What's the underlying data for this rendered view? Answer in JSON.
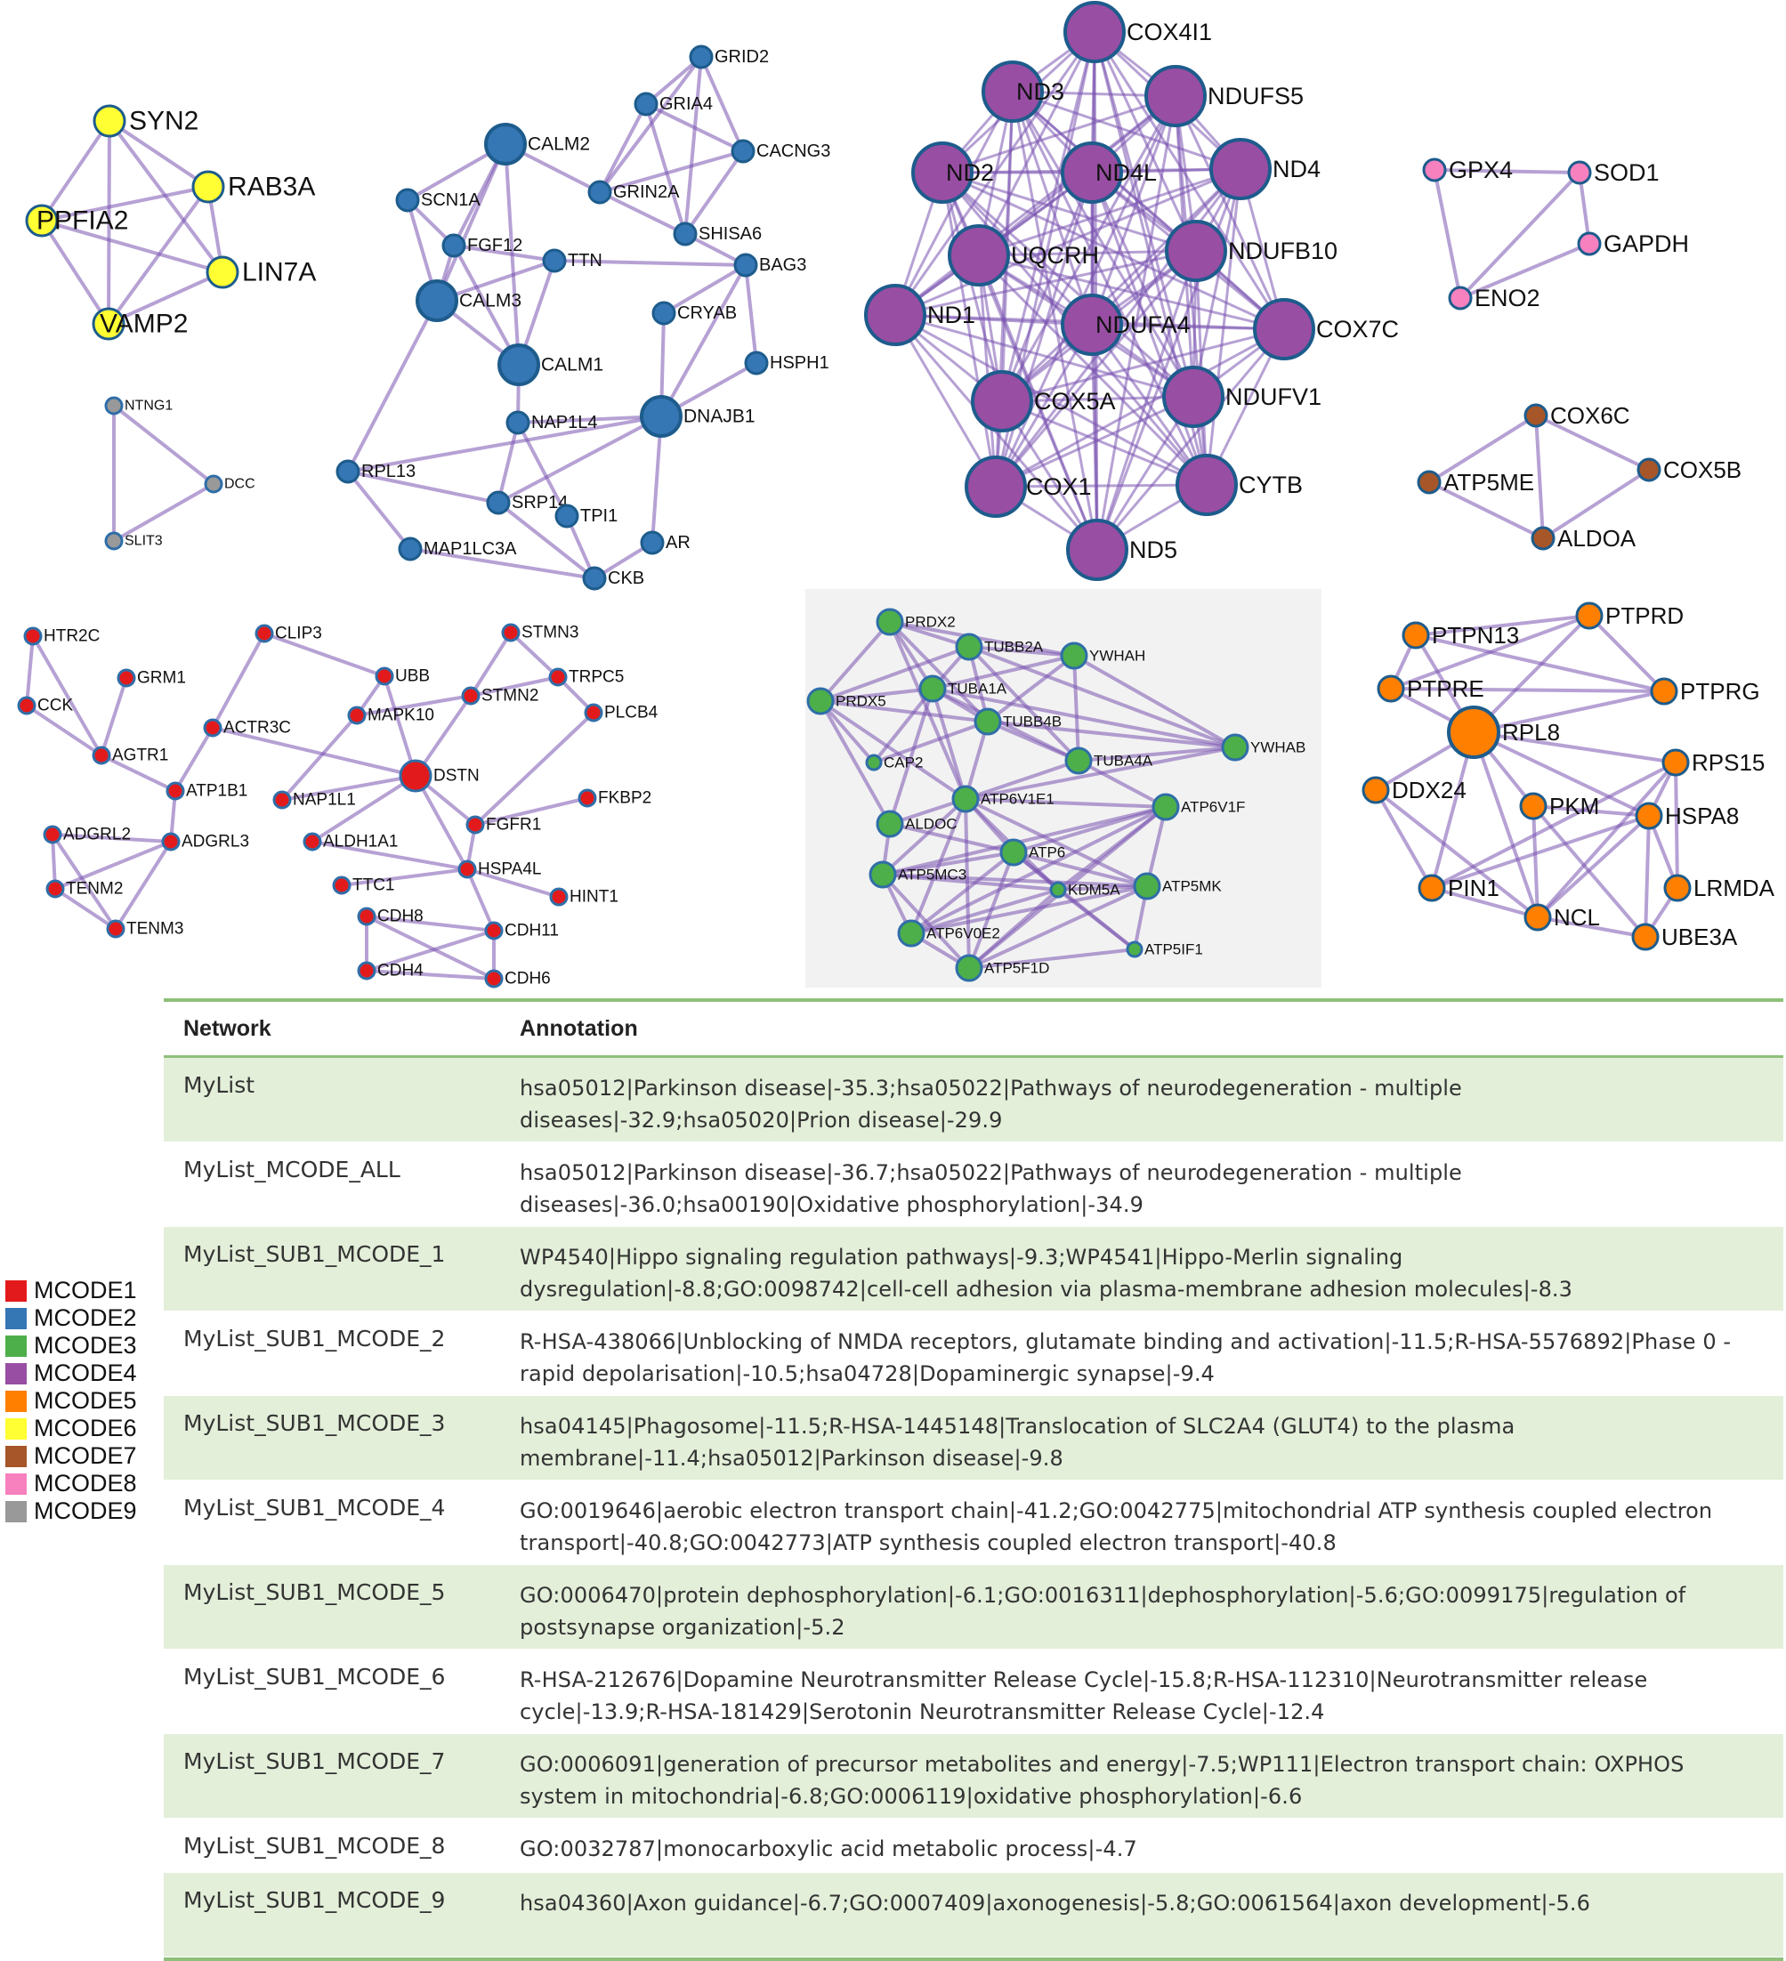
{
  "colors": {
    "MCODE1": "#e31a1c",
    "MCODE2": "#3576b4",
    "MCODE3": "#4daf4a",
    "MCODE4": "#984ea3",
    "MCODE5": "#ff7f00",
    "MCODE6": "#ffff33",
    "MCODE7": "#a65628",
    "MCODE8": "#f781bf",
    "MCODE9": "#999999",
    "edge": "#7a54b0",
    "table_shade": "#e3efd9",
    "table_rule": "#8fc07a"
  },
  "legend": [
    {
      "label": "MCODE1",
      "color": "#e31a1c"
    },
    {
      "label": "MCODE2",
      "color": "#3576b4"
    },
    {
      "label": "MCODE3",
      "color": "#4daf4a"
    },
    {
      "label": "MCODE4",
      "color": "#984ea3"
    },
    {
      "label": "MCODE5",
      "color": "#ff7f00"
    },
    {
      "label": "MCODE6",
      "color": "#ffff33"
    },
    {
      "label": "MCODE7",
      "color": "#a65628"
    },
    {
      "label": "MCODE8",
      "color": "#f781bf"
    },
    {
      "label": "MCODE9",
      "color": "#999999"
    }
  ],
  "clusters": [
    {
      "module": "MCODE6",
      "nodes": [
        "SYN2",
        "RAB3A",
        "PPFIA2",
        "LIN7A",
        "VAMP2"
      ]
    },
    {
      "module": "MCODE9",
      "nodes": [
        "NTNG1",
        "DCC",
        "SLIT3"
      ]
    },
    {
      "module": "MCODE2",
      "nodes": [
        "GRID2",
        "GRIA4",
        "CACNG3",
        "CALM2",
        "GRIN2A",
        "SCN1A",
        "SHISA6",
        "FGF12",
        "TTN",
        "BAG3",
        "CALM3",
        "CRYAB",
        "CALM1",
        "HSPH1",
        "NAP1L4",
        "DNAJB1",
        "RPL13",
        "SRP14",
        "TPI1",
        "AR",
        "MAP1LC3A",
        "CKB"
      ]
    },
    {
      "module": "MCODE4",
      "nodes": [
        "COX4I1",
        "ND3",
        "NDUFS5",
        "ND2",
        "ND4L",
        "ND4",
        "UQCRH",
        "NDUFB10",
        "ND1",
        "NDUFA4",
        "COX7C",
        "COX5A",
        "NDUFV1",
        "COX1",
        "CYTB",
        "ND5"
      ]
    },
    {
      "module": "MCODE8",
      "nodes": [
        "GPX4",
        "SOD1",
        "GAPDH",
        "ENO2"
      ]
    },
    {
      "module": "MCODE7",
      "nodes": [
        "COX6C",
        "ATP5ME",
        "COX5B",
        "ALDOA"
      ]
    },
    {
      "module": "MCODE1",
      "nodes": [
        "HTR2C",
        "CLIP3",
        "STMN3",
        "GRM1",
        "UBB",
        "TRPC5",
        "CCK",
        "MAPK10",
        "STMN2",
        "PLCB4",
        "ACTR3C",
        "AGTR1",
        "DSTN",
        "ATP1B1",
        "FKBP2",
        "NAP1L1",
        "FGFR1",
        "ADGRL2",
        "ADGRL3",
        "ALDH1A1",
        "HSPA4L",
        "TENM2",
        "TTC1",
        "HINT1",
        "TENM3",
        "CDH8",
        "CDH11",
        "CDH4",
        "CDH6"
      ]
    },
    {
      "module": "MCODE3",
      "nodes": [
        "PRDX2",
        "TUBB2A",
        "YWHAH",
        "TUBA1A",
        "PRDX5",
        "TUBB4B",
        "YWHAB",
        "CAP2",
        "TUBA4A",
        "ATP6V1E1",
        "ATP6V1F",
        "ALDOC",
        "ATP6",
        "ATP5MC3",
        "KDM5A",
        "ATP5MK",
        "ATP6V0E2",
        "ATP5IF1",
        "ATP5F1D"
      ]
    },
    {
      "module": "MCODE5",
      "nodes": [
        "PTPRD",
        "PTPN13",
        "PTPRE",
        "PTPRG",
        "RPL8",
        "RPS15",
        "DDX24",
        "PKM",
        "HSPA8",
        "PIN1",
        "LRMDA",
        "NCL",
        "UBE3A"
      ]
    }
  ],
  "table": {
    "header": {
      "network": "Network",
      "annotation": "Annotation"
    },
    "rows": [
      {
        "network": "MyList",
        "annotation": "hsa05012|Parkinson disease|-35.3;hsa05022|Pathways of neurodegeneration - multiple diseases|-32.9;hsa05020|Prion disease|-29.9"
      },
      {
        "network": "MyList_MCODE_ALL",
        "annotation": "hsa05012|Parkinson disease|-36.7;hsa05022|Pathways of neurodegeneration - multiple diseases|-36.0;hsa00190|Oxidative phosphorylation|-34.9"
      },
      {
        "network": "MyList_SUB1_MCODE_1",
        "annotation": "WP4540|Hippo signaling regulation pathways|-9.3;WP4541|Hippo-Merlin signaling dysregulation|-8.8;GO:0098742|cell-cell adhesion via plasma-membrane adhesion molecules|-8.3"
      },
      {
        "network": "MyList_SUB1_MCODE_2",
        "annotation": "R-HSA-438066|Unblocking of NMDA receptors, glutamate binding and activation|-11.5;R-HSA-5576892|Phase 0 - rapid depolarisation|-10.5;hsa04728|Dopaminergic synapse|-9.4"
      },
      {
        "network": "MyList_SUB1_MCODE_3",
        "annotation": "hsa04145|Phagosome|-11.5;R-HSA-1445148|Translocation of SLC2A4 (GLUT4) to the plasma membrane|-11.4;hsa05012|Parkinson disease|-9.8"
      },
      {
        "network": "MyList_SUB1_MCODE_4",
        "annotation": "GO:0019646|aerobic electron transport chain|-41.2;GO:0042775|mitochondrial ATP synthesis coupled electron transport|-40.8;GO:0042773|ATP synthesis coupled electron transport|-40.8"
      },
      {
        "network": "MyList_SUB1_MCODE_5",
        "annotation": "GO:0006470|protein dephosphorylation|-6.1;GO:0016311|dephosphorylation|-5.6;GO:0099175|regulation of postsynapse organization|-5.2"
      },
      {
        "network": "MyList_SUB1_MCODE_6",
        "annotation": "R-HSA-212676|Dopamine Neurotransmitter Release Cycle|-15.8;R-HSA-112310|Neurotransmitter release cycle|-13.9;R-HSA-181429|Serotonin Neurotransmitter Release Cycle|-12.4"
      },
      {
        "network": "MyList_SUB1_MCODE_7",
        "annotation": "GO:0006091|generation of precursor metabolites and energy|-7.5;WP111|Electron transport chain: OXPHOS system in mitochondria|-6.8;GO:0006119|oxidative phosphorylation|-6.6"
      },
      {
        "network": "MyList_SUB1_MCODE_8",
        "annotation": "GO:0032787|monocarboxylic acid metabolic process|-4.7"
      },
      {
        "network": "MyList_SUB1_MCODE_9",
        "annotation": "hsa04360|Axon guidance|-6.7;GO:0007409|axonogenesis|-5.8;GO:0061564|axon development|-5.6"
      }
    ]
  }
}
